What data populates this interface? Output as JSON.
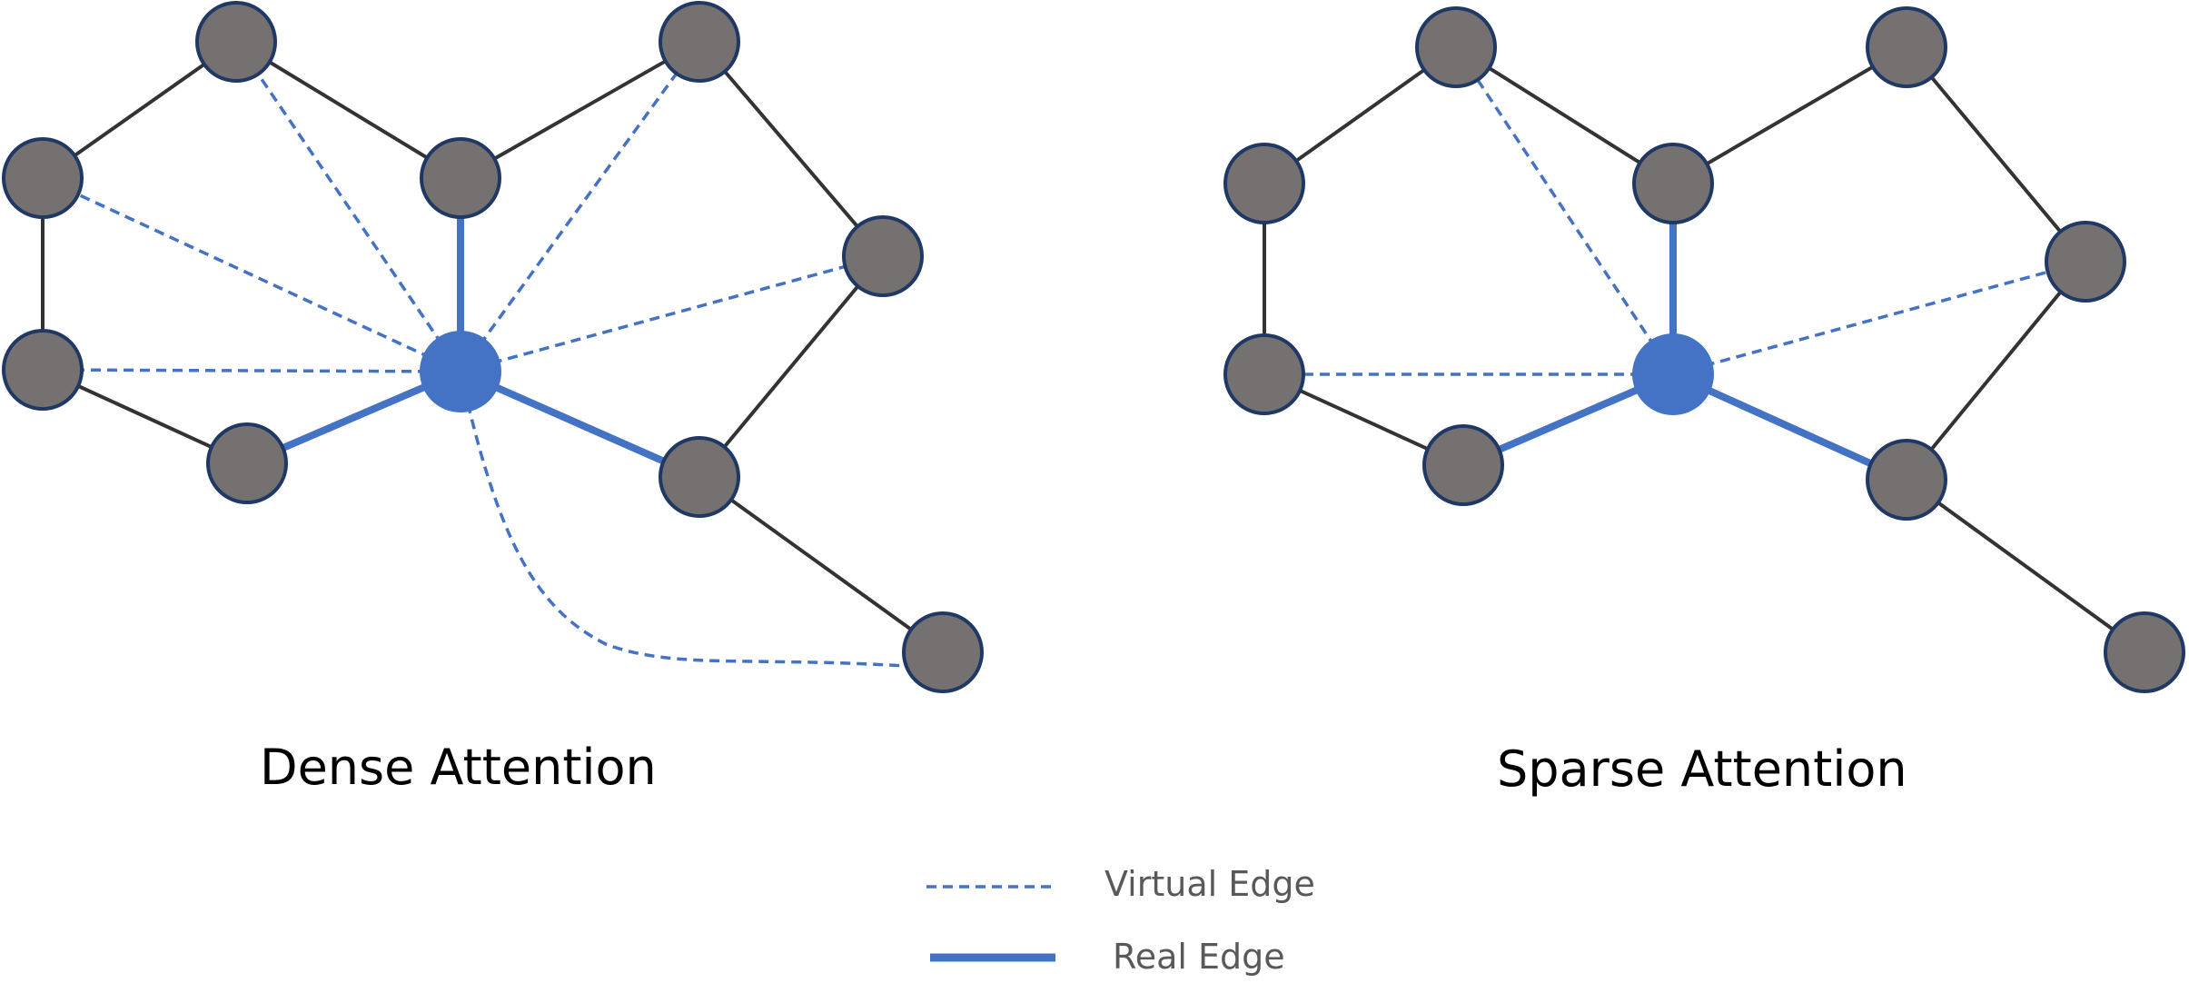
{
  "colors": {
    "node_fill": "#767171",
    "node_stroke": "#1f3864",
    "center_fill": "#4472c4",
    "real_edge": "#4472c4",
    "virtual_edge": "#4472c4",
    "base_edge": "#333333"
  },
  "panels": {
    "dense": {
      "caption": "Dense Attention"
    },
    "sparse": {
      "caption": "Sparse Attention"
    }
  },
  "legend": {
    "virtual_label": "Virtual Edge",
    "real_label": "Real Edge"
  }
}
